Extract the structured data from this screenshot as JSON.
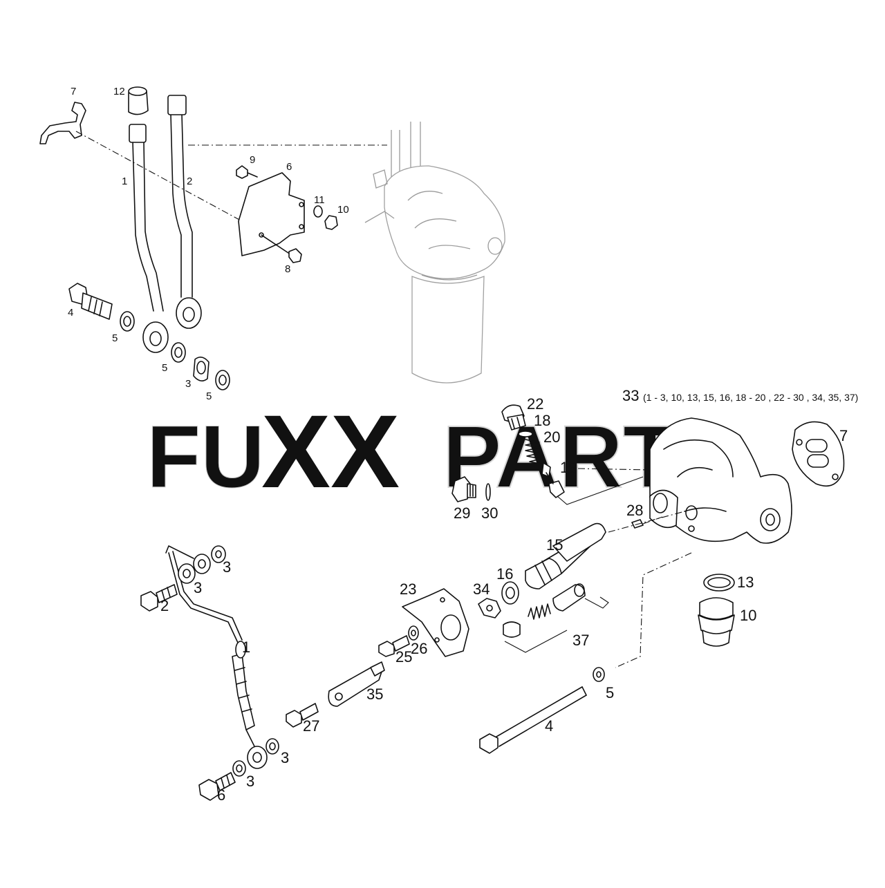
{
  "watermark": {
    "text_left": "FU",
    "text_center": "XX",
    "text_right": "PARTS",
    "color_gray": "#d8d8d8",
    "color_accent": "#f6dfa5"
  },
  "assembly": {
    "number": "33",
    "contents": "(1 - 3, 10, 13, 15, 16, 18 - 20 , 22 - 30 , 34, 35, 37)"
  },
  "labels_upper": {
    "p7": "7",
    "p12": "12",
    "p1": "1",
    "p2": "2",
    "p9": "9",
    "p6": "6",
    "p11": "11",
    "p10": "10",
    "p8": "8",
    "p4": "4",
    "p5a": "5",
    "p5b": "5",
    "p3": "3",
    "p5c": "5"
  },
  "labels_lower": {
    "p22": "22",
    "p18": "18",
    "p20": "20",
    "p19": "19",
    "p7": "7",
    "p29": "29",
    "p30": "30",
    "p28": "28",
    "p15": "15",
    "p16": "16",
    "p34": "34",
    "p23": "23",
    "p13": "13",
    "p10": "10",
    "p37": "37",
    "p3a": "3",
    "p3b": "3",
    "p2": "2",
    "p1": "1",
    "p26": "26",
    "p25": "25",
    "p35": "35",
    "p5": "5",
    "p27": "27",
    "p4": "4",
    "p3c": "3",
    "p3d": "3",
    "p6": "6"
  }
}
